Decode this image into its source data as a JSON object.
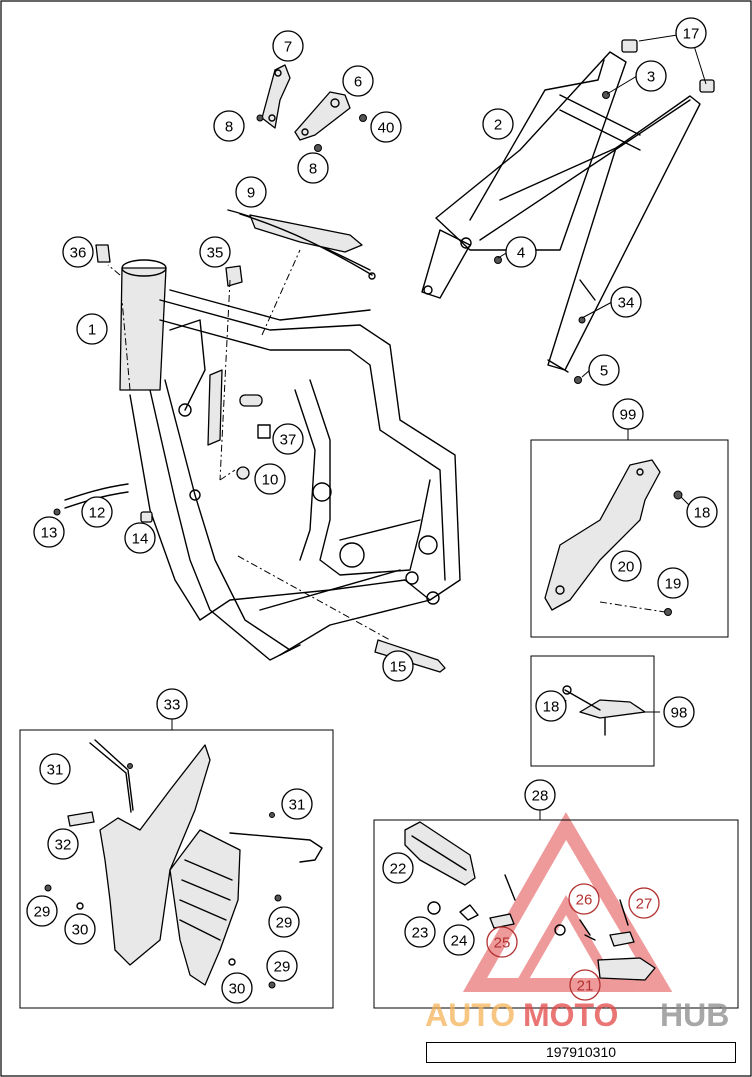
{
  "diagram": {
    "reference_number": "197910310",
    "watermark": {
      "part1": "AUTO",
      "part2": "MOTO",
      "part3": "HUB",
      "color_orange": "#f5b35a",
      "color_red": "#e24848",
      "color_gray": "#8a8a8a"
    },
    "callouts": [
      {
        "id": "7",
        "label": "7"
      },
      {
        "id": "8a",
        "label": "8"
      },
      {
        "id": "6",
        "label": "6"
      },
      {
        "id": "40",
        "label": "40"
      },
      {
        "id": "8b",
        "label": "8"
      },
      {
        "id": "17",
        "label": "17"
      },
      {
        "id": "3",
        "label": "3"
      },
      {
        "id": "2",
        "label": "2"
      },
      {
        "id": "9",
        "label": "9"
      },
      {
        "id": "36",
        "label": "36"
      },
      {
        "id": "35",
        "label": "35"
      },
      {
        "id": "4",
        "label": "4"
      },
      {
        "id": "1",
        "label": "1"
      },
      {
        "id": "34",
        "label": "34"
      },
      {
        "id": "5",
        "label": "5"
      },
      {
        "id": "99",
        "label": "99"
      },
      {
        "id": "37",
        "label": "37"
      },
      {
        "id": "10",
        "label": "10"
      },
      {
        "id": "18a",
        "label": "18"
      },
      {
        "id": "12",
        "label": "12"
      },
      {
        "id": "13",
        "label": "13"
      },
      {
        "id": "14",
        "label": "14"
      },
      {
        "id": "20",
        "label": "20"
      },
      {
        "id": "19",
        "label": "19"
      },
      {
        "id": "15",
        "label": "15"
      },
      {
        "id": "33",
        "label": "33"
      },
      {
        "id": "18b",
        "label": "18"
      },
      {
        "id": "98",
        "label": "98"
      },
      {
        "id": "31a",
        "label": "31"
      },
      {
        "id": "28",
        "label": "28"
      },
      {
        "id": "31b",
        "label": "31"
      },
      {
        "id": "32",
        "label": "32"
      },
      {
        "id": "22",
        "label": "22"
      },
      {
        "id": "29a",
        "label": "29"
      },
      {
        "id": "30a",
        "label": "30"
      },
      {
        "id": "29b",
        "label": "29"
      },
      {
        "id": "23",
        "label": "23"
      },
      {
        "id": "24",
        "label": "24"
      },
      {
        "id": "25",
        "label": "25"
      },
      {
        "id": "26",
        "label": "26"
      },
      {
        "id": "27",
        "label": "27"
      },
      {
        "id": "29c",
        "label": "29"
      },
      {
        "id": "30b",
        "label": "30"
      },
      {
        "id": "21",
        "label": "21"
      }
    ]
  }
}
